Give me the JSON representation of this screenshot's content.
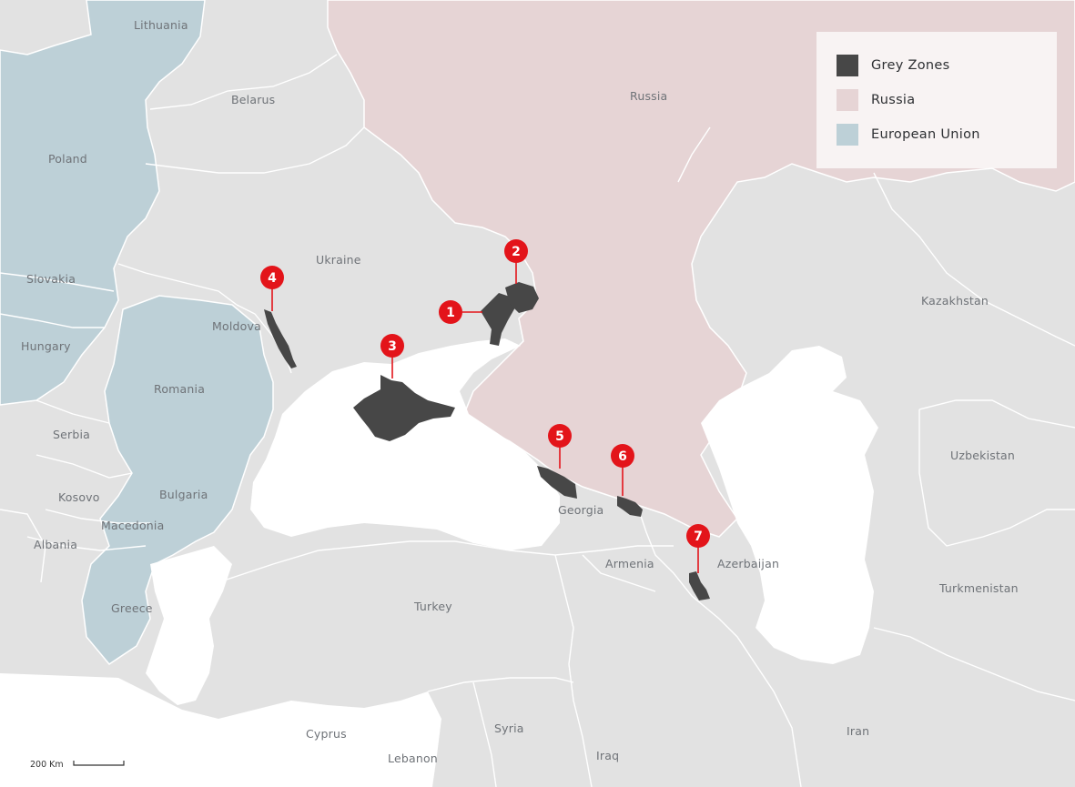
{
  "colors": {
    "land": "#e2e2e2",
    "russia": "#e6d4d5",
    "eu": "#bdd0d7",
    "sea": "#ffffff",
    "border": "#ffffff",
    "grey_zone": "#474747",
    "marker": "#e3141a",
    "label": "#6f7378"
  },
  "legend": {
    "items": [
      {
        "label": "Grey Zones",
        "color": "#474747"
      },
      {
        "label": "Russia",
        "color": "#e6d4d5"
      },
      {
        "label": "European Union",
        "color": "#bdd0d7"
      }
    ]
  },
  "countries": {
    "lithuania": "Lithuania",
    "belarus": "Belarus",
    "poland": "Poland",
    "russia": "Russia",
    "ukraine": "Ukraine",
    "slovakia": "Slovakia",
    "moldova": "Moldova",
    "hungary": "Hungary",
    "romania": "Romania",
    "serbia": "Serbia",
    "kosovo": "Kosovo",
    "bulgaria": "Bulgaria",
    "macedonia": "Macedonia",
    "albania": "Albania",
    "greece": "Greece",
    "turkey": "Turkey",
    "georgia": "Georgia",
    "armenia": "Armenia",
    "azerbaijan": "Azerbaijan",
    "kazakhstan": "Kazakhstan",
    "uzbekistan": "Uzbekistan",
    "turkmenistan": "Turkmenistan",
    "iran": "Iran",
    "iraq": "Iraq",
    "syria": "Syria",
    "lebanon": "Lebanon",
    "cyprus": "Cyprus"
  },
  "markers": [
    "1",
    "2",
    "3",
    "4",
    "5",
    "6",
    "7"
  ],
  "scale": {
    "label": "200 Km"
  }
}
